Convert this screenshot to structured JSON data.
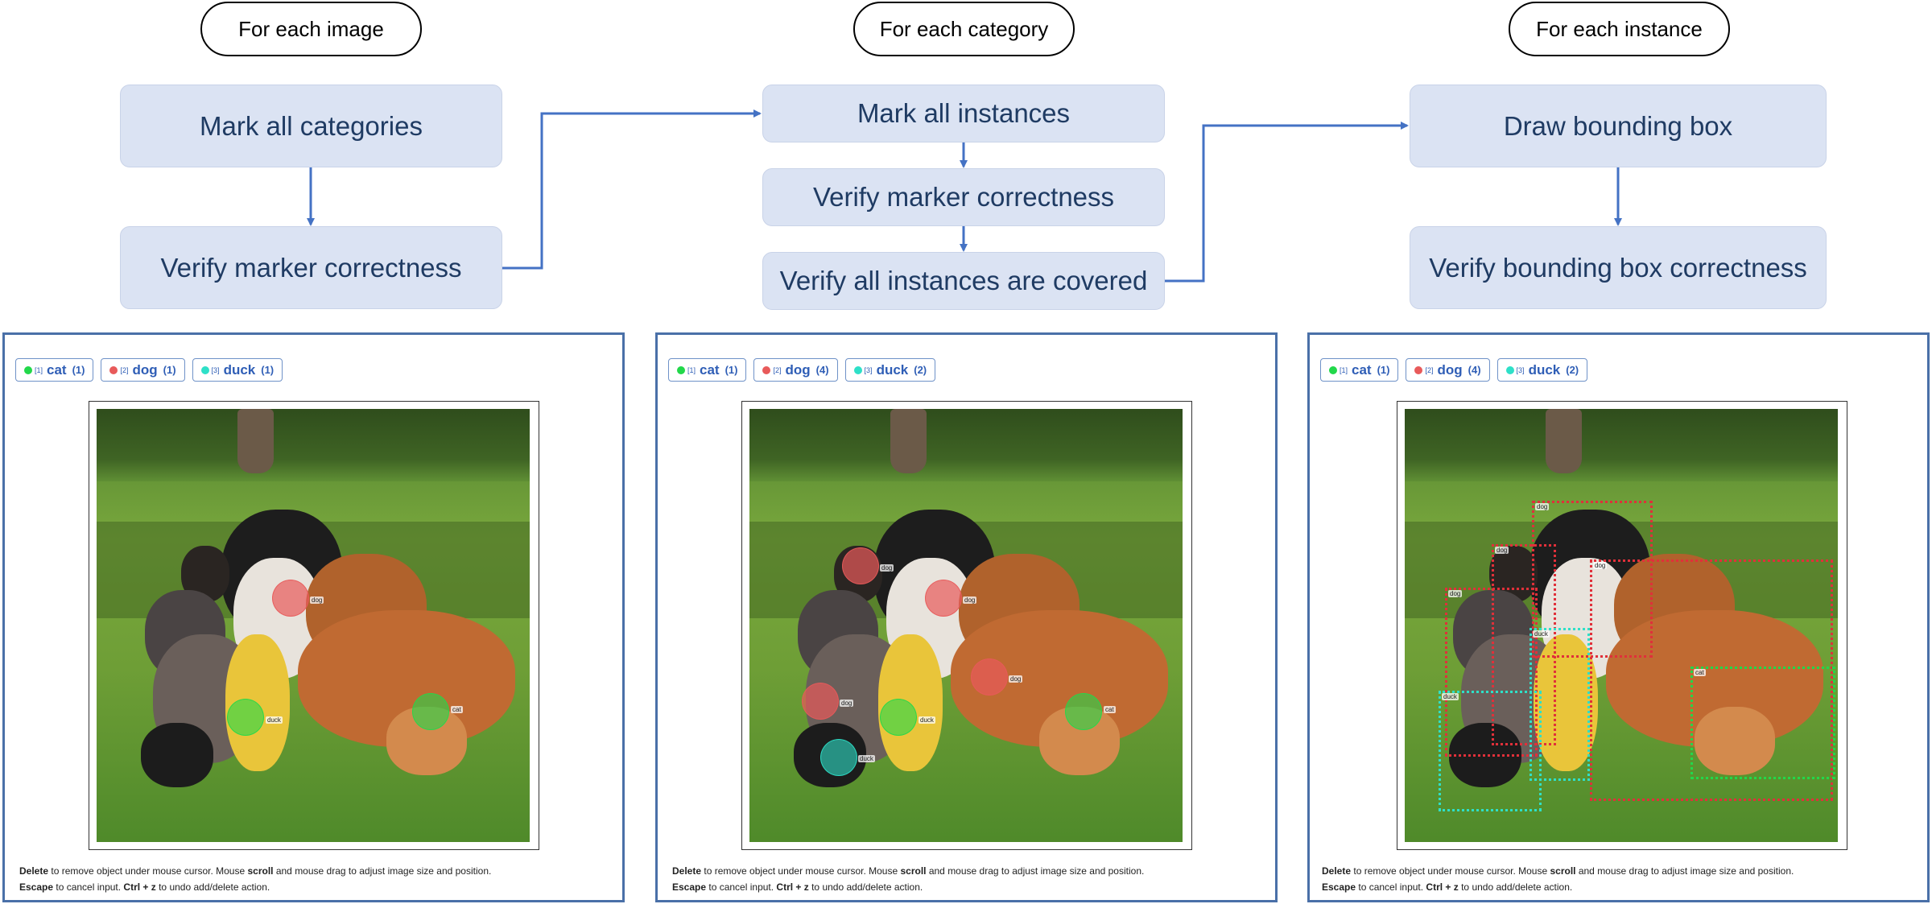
{
  "phases": [
    {
      "label": "For each image"
    },
    {
      "label": "For each category"
    },
    {
      "label": "For each instance"
    }
  ],
  "steps": {
    "mark_categories": "Mark all categories",
    "verify_marker_1": "Verify marker correctness",
    "mark_instances": "Mark all instances",
    "verify_marker_2": "Verify marker correctness",
    "verify_covered": "Verify all instances are covered",
    "draw_bbox": "Draw bounding box",
    "verify_bbox": "Verify bounding box correctness"
  },
  "colors": {
    "cat": "#22d84a",
    "dog": "#e85a5a",
    "duck": "#2ee0c8",
    "box_fill": "#dbe3f3",
    "arrow": "#4472c4",
    "panel_border": "#4a70a8"
  },
  "panels": [
    {
      "chips": [
        {
          "index": "[1]",
          "name": "cat",
          "count": "(1)"
        },
        {
          "index": "[2]",
          "name": "dog",
          "count": "(1)"
        },
        {
          "index": "[3]",
          "name": "duck",
          "count": "(1)"
        }
      ],
      "labels": {
        "dog": "dog",
        "duck": "duck",
        "cat": "cat"
      }
    },
    {
      "chips": [
        {
          "index": "[1]",
          "name": "cat",
          "count": "(1)"
        },
        {
          "index": "[2]",
          "name": "dog",
          "count": "(4)"
        },
        {
          "index": "[3]",
          "name": "duck",
          "count": "(2)"
        }
      ],
      "labels": {
        "dog": "dog",
        "duck": "duck",
        "cat": "cat"
      }
    },
    {
      "chips": [
        {
          "index": "[1]",
          "name": "cat",
          "count": "(1)"
        },
        {
          "index": "[2]",
          "name": "dog",
          "count": "(4)"
        },
        {
          "index": "[3]",
          "name": "duck",
          "count": "(2)"
        }
      ],
      "labels": {
        "dog": "dog",
        "duck": "duck",
        "cat": "cat"
      }
    }
  ],
  "help": {
    "k_delete": "Delete",
    "t1": " to remove object under mouse cursor. Mouse ",
    "k_scroll": "scroll",
    "t2": " and mouse drag to adjust image size and position.",
    "k_escape": "Escape",
    "t3": " to cancel input. ",
    "k_ctrlz": "Ctrl + z",
    "t4": " to undo add/delete action."
  }
}
